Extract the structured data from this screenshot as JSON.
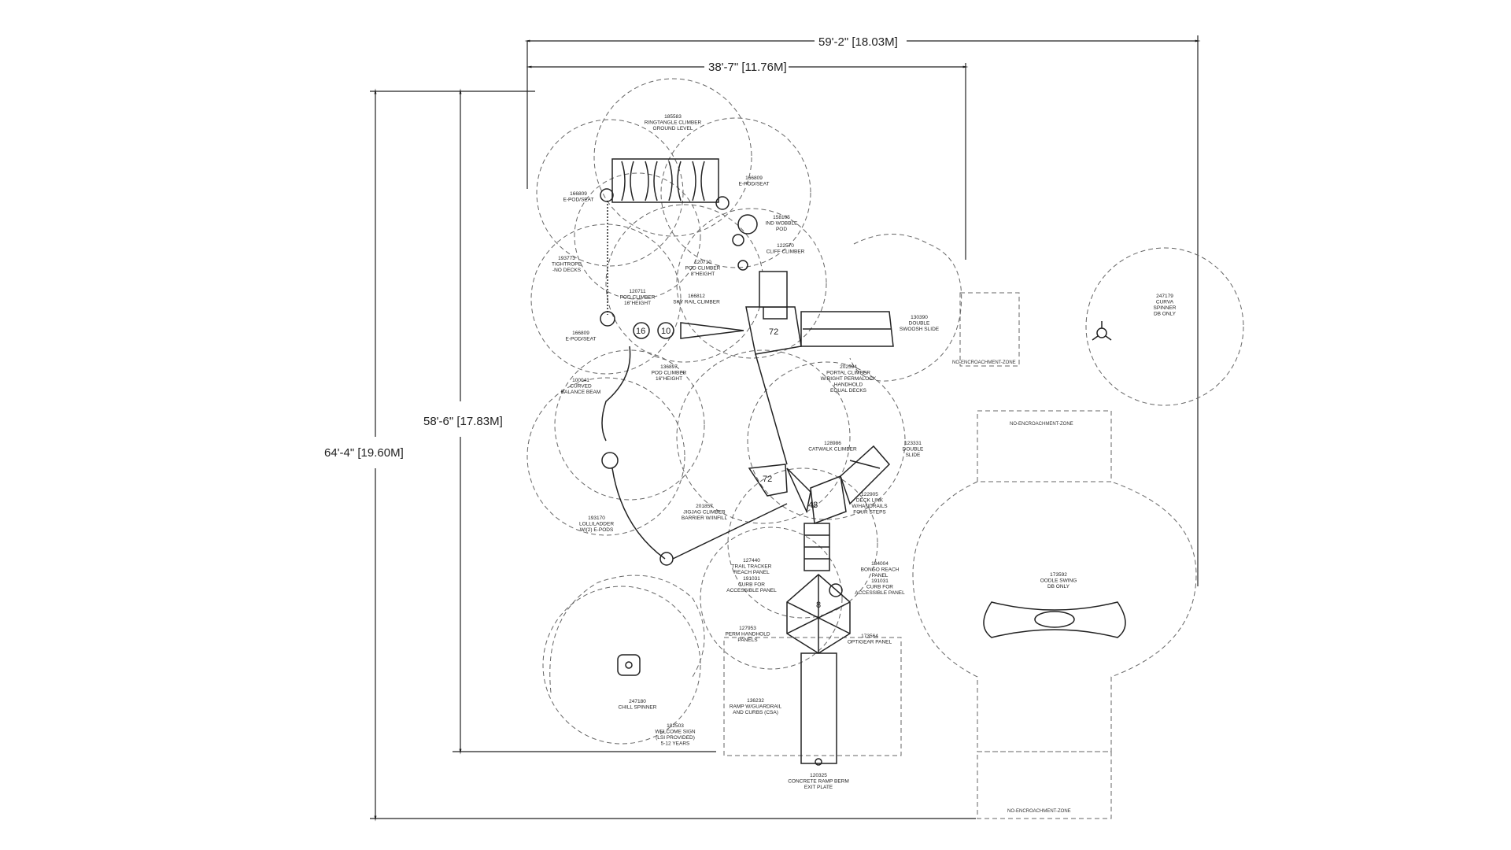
{
  "dimensions": {
    "overall_width": "59'-2\" [18.03M]",
    "inner_width": "38'-7\" [11.76M]",
    "overall_height": "64'-4\" [19.60M]",
    "inner_height": "58'-6\" [17.83M]"
  },
  "components": [
    {
      "id": "185583",
      "lines": [
        "185583",
        "RINGTANGLE CLIMBER",
        "GROUND LEVEL"
      ]
    },
    {
      "id": "166809a",
      "lines": [
        "166809",
        "E-POD/SEAT"
      ]
    },
    {
      "id": "166809b",
      "lines": [
        "166809",
        "E-POD/SEAT"
      ]
    },
    {
      "id": "158105",
      "lines": [
        "158105",
        "IND WOBBLE",
        "POD"
      ]
    },
    {
      "id": "122570",
      "lines": [
        "122570",
        "CLIFF CLIMBER"
      ]
    },
    {
      "id": "193773",
      "lines": [
        "193773",
        "TIGHTROPE",
        "-NO DECKS"
      ]
    },
    {
      "id": "120710",
      "lines": [
        "120710",
        "POD CLIMBER",
        "8\"HEIGHT"
      ]
    },
    {
      "id": "120711",
      "lines": [
        "120711",
        "POD CLIMBER",
        "16\"HEIGHT"
      ]
    },
    {
      "id": "166812",
      "lines": [
        "166812",
        "SKY RAIL CLIMBER"
      ]
    },
    {
      "id": "130390",
      "lines": [
        "130390",
        "DOUBLE",
        "SWOOSH SLIDE"
      ]
    },
    {
      "id": "166809c",
      "lines": [
        "166809",
        "E-POD/SEAT"
      ]
    },
    {
      "id": "136897",
      "lines": [
        "136897",
        "POD CLIMBER",
        "16\"HEIGHT"
      ]
    },
    {
      "id": "202594",
      "lines": [
        "202594",
        "PORTAL CLIMBER",
        "W/RIGHT PERMALOCK",
        "HANDHOLD",
        "EQUAL DECKS"
      ]
    },
    {
      "id": "100041",
      "lines": [
        "100041",
        "CURVED",
        "BALANCE BEAM"
      ]
    },
    {
      "id": "128986",
      "lines": [
        "128986",
        "CATWALK CLIMBER"
      ]
    },
    {
      "id": "123331",
      "lines": [
        "123331",
        "DOUBLE",
        "SLIDE"
      ]
    },
    {
      "id": "193170",
      "lines": [
        "193170",
        "LOLLILADDER",
        "W/(2) E-PODS"
      ]
    },
    {
      "id": "201857",
      "lines": [
        "201857",
        "JIGJAG CLIMBER",
        "BARRIER W/INFILL"
      ]
    },
    {
      "id": "122905",
      "lines": [
        "122905",
        "DECK LINK",
        "W/HANDRAILS",
        "FOUR STEPS"
      ]
    },
    {
      "id": "127440",
      "lines": [
        "127440",
        "TRAIL TRACKER",
        "REACH PANEL"
      ]
    },
    {
      "id": "191031a",
      "lines": [
        "191031",
        "CURB FOR",
        "ACCESSIBLE PANEL"
      ]
    },
    {
      "id": "184004",
      "lines": [
        "184004",
        "BONGO REACH",
        "PANEL"
      ]
    },
    {
      "id": "191031b",
      "lines": [
        "191031",
        "CURB FOR",
        "ACCESSIBLE PANEL"
      ]
    },
    {
      "id": "127953",
      "lines": [
        "127953",
        "PERM HANDHOLD",
        "PANELS"
      ]
    },
    {
      "id": "173564",
      "lines": [
        "173564",
        "OPTIGEAR PANEL"
      ]
    },
    {
      "id": "247180",
      "lines": [
        "247180",
        "CHILL SPINNER"
      ]
    },
    {
      "id": "136232",
      "lines": [
        "136232",
        "RAMP W/GUARDRAIL",
        "AND CURBS (CSA)"
      ]
    },
    {
      "id": "182503",
      "lines": [
        "182503",
        "WELCOME SIGN",
        "(LSI PROVIDED)",
        "5-12 YEARS"
      ]
    },
    {
      "id": "120325",
      "lines": [
        "120325",
        "CONCRETE RAMP BERM",
        "EXIT PLATE"
      ]
    },
    {
      "id": "247179",
      "lines": [
        "247179",
        "CURVA",
        "SPINNER",
        "DB ONLY"
      ]
    },
    {
      "id": "173592",
      "lines": [
        "173592",
        "OODLE SWING",
        "DB ONLY"
      ]
    }
  ],
  "deck_heights": {
    "pod_a": "16",
    "pod_b": "10",
    "deck_upper": "72",
    "deck_mid": "72",
    "deck_link": "48",
    "deck_lower": "8"
  },
  "zones": {
    "zone_1": "NO-ENCROACHMENT-ZONE",
    "zone_2": "NO-ENCROACHMENT-ZONE",
    "zone_3": "NO-ENCROACHMENT-ZONE"
  }
}
